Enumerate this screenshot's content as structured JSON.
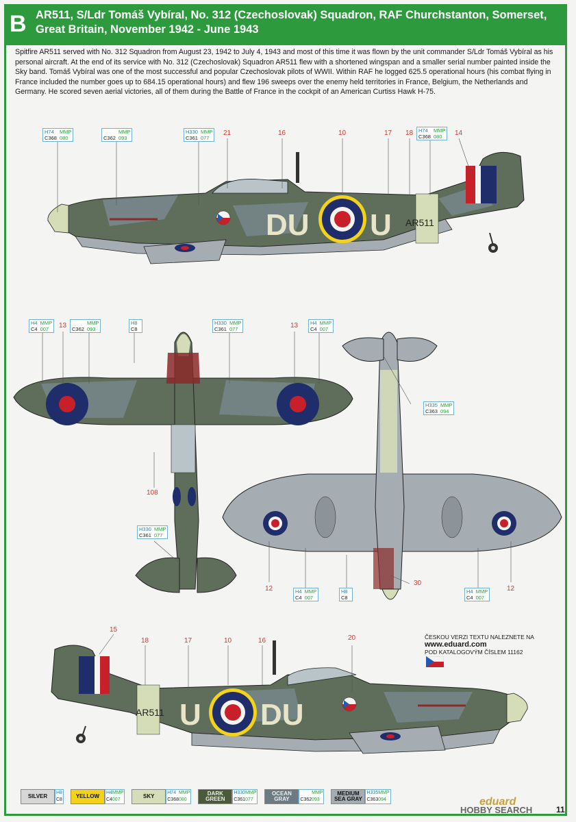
{
  "header": {
    "profile_letter": "B",
    "title_line1": "AR511, S/Ldr Tomáš Vybíral, No. 312 (Czechoslovak) Squadron, RAF Churchstanton, Somerset,",
    "title_line2": "Great Britain, November 1942 - June 1943"
  },
  "description": "Spitfire AR511 served with No. 312 Squadron from August 23, 1942 to July 4, 1943 and most of this time it was flown by the unit commander S/Ldr Tomáš Vybíral as his personal aircraft. At the end of its service with No. 312 (Czechoslovak) Squadron AR511 flew with a shortened wingspan and a smaller serial number painted inside the Sky band. Tomáš Vybíral was one of the most successful and popular Czechoslovak pilots of WWII. Within RAF he logged 625.5 operational hours (his combat flying in France included the number goes up to 684.15 operational hours) and flew 196 sweeps over the enemy held territories in France, Belgium, the Netherlands and Germany. He scored seven aerial victories, all of them during the Battle of France in the cockpit of an American Curtiss Hawk H-75.",
  "aircraft_markings": {
    "code_left": "DU",
    "code_right": "U",
    "serial": "AR511"
  },
  "callouts": {
    "n21": "21",
    "n16": "16",
    "n10": "10",
    "n17": "17",
    "n18": "18",
    "n14": "14",
    "n13a": "13",
    "n13b": "13",
    "n108": "108",
    "n12a": "12",
    "n30": "30",
    "n12b": "12",
    "n15": "15",
    "n18b": "18",
    "n17b": "17",
    "n10b": "10",
    "n16b": "16",
    "n20": "20"
  },
  "codes": {
    "h74": {
      "h": "H74",
      "mmp": "MMP",
      "c": "C368",
      "m": "080"
    },
    "mmp093": {
      "h": "",
      "mmp": "MMP",
      "c": "C362",
      "m": "093"
    },
    "h330": {
      "h": "H330",
      "mmp": "MMP",
      "c": "C361",
      "m": "077"
    },
    "h4": {
      "h": "H4",
      "mmp": "MMP",
      "c": "C4",
      "m": "007"
    },
    "h8": {
      "h": "H8",
      "mmp": "",
      "c": "C8",
      "m": ""
    },
    "h335": {
      "h": "H335",
      "mmp": "MMP",
      "c": "C363",
      "m": "094"
    }
  },
  "czech_note": {
    "line1": "ČESKOU VERZI TEXTU NALEZNETE NA",
    "url": "www.eduard.com",
    "line3": "POD KATALOGOVÝM ČÍSLEM 11162"
  },
  "legend": [
    {
      "name": "SILVER",
      "color": "#d6d6d6",
      "text": "#111",
      "h": "H8",
      "mmp": "",
      "c": "C8",
      "m": ""
    },
    {
      "name": "YELLOW",
      "color": "#f2d21a",
      "text": "#111",
      "h": "H4",
      "mmp": "MMP",
      "c": "C4",
      "m": "007"
    },
    {
      "name": "SKY",
      "color": "#d4dcb8",
      "text": "#111",
      "h": "H74",
      "mmp": "MMP",
      "c": "C368",
      "m": "080"
    },
    {
      "name": "DARK GREEN",
      "color": "#4a5a3a",
      "text": "#eee",
      "h": "H330",
      "mmp": "MMP",
      "c": "C361",
      "m": "077"
    },
    {
      "name": "OCEAN GRAY",
      "color": "#6c7a84",
      "text": "#eee",
      "h": "",
      "mmp": "MMP",
      "c": "C362",
      "m": "093"
    },
    {
      "name": "MEDIUM SEA GRAY",
      "color": "#a6adb2",
      "text": "#111",
      "h": "H335",
      "mmp": "MMP",
      "c": "C363",
      "m": "094"
    }
  ],
  "footer": {
    "brand": "eduard",
    "watermark": "HOBBY SEARCH",
    "page": "11"
  },
  "colors": {
    "accent_green": "#2e9a3e",
    "callout_red": "#d23a2c",
    "dark_green": "#4a5a3a",
    "ocean_gray": "#6c7a84",
    "sky": "#d4dcb8",
    "medium_sea_gray": "#a6adb2"
  }
}
